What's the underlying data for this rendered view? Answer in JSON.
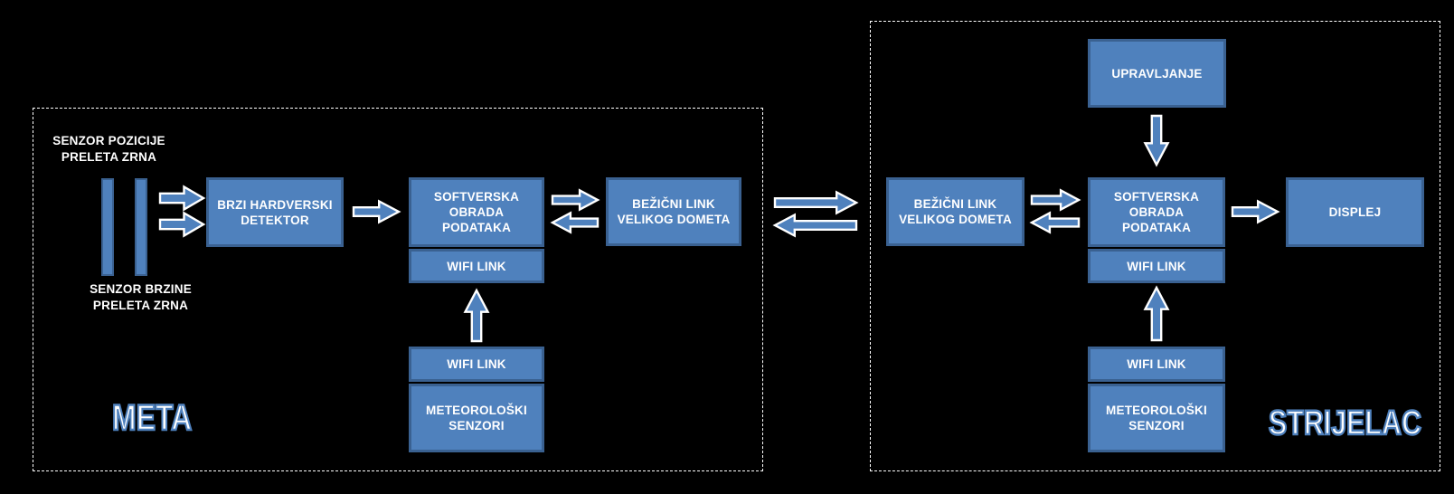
{
  "colors": {
    "background": "#000000",
    "box_fill": "#4f81bd",
    "box_border": "#3a6191",
    "box_text": "#ffffff",
    "arrow_fill": "#4f81bd",
    "arrow_stroke": "#ffffff",
    "section_border": "#ffffff",
    "title_fill": "#ffffff",
    "title_stroke": "#4f81bd"
  },
  "left": {
    "title": "META",
    "sensor_position": {
      "line1": "SENZOR POZICIJE",
      "line2": "PRELETA ZRNA"
    },
    "sensor_speed": {
      "line1": "SENZOR BRZINE",
      "line2": "PRELETA ZRNA"
    },
    "detector": {
      "line1": "BRZI HARDVERSKI",
      "line2": "DETEKTOR"
    },
    "software": {
      "line1": "SOFTVERSKA",
      "line2": "OBRADA",
      "line3": "PODATAKA"
    },
    "wifi_link_upper": "WIFI LINK",
    "wireless_link": {
      "line1": "BEŽIČNI LINK",
      "line2": "VELIKOG DOMETA"
    },
    "wifi_link_lower": "WIFI LINK",
    "meteo_sensors": {
      "line1": "METEOROLOŠKI",
      "line2": "SENZORI"
    }
  },
  "right": {
    "title": "STRIJELAC",
    "control": "UPRAVLJANJE",
    "wireless_link": {
      "line1": "BEŽIČNI LINK",
      "line2": "VELIKOG DOMETA"
    },
    "software": {
      "line1": "SOFTVERSKA",
      "line2": "OBRADA",
      "line3": "PODATAKA"
    },
    "wifi_link_upper": "WIFI LINK",
    "display": "DISPLEJ",
    "wifi_link_lower": "WIFI LINK",
    "meteo_sensors": {
      "line1": "METEOROLOŠKI",
      "line2": "SENZORI"
    }
  }
}
